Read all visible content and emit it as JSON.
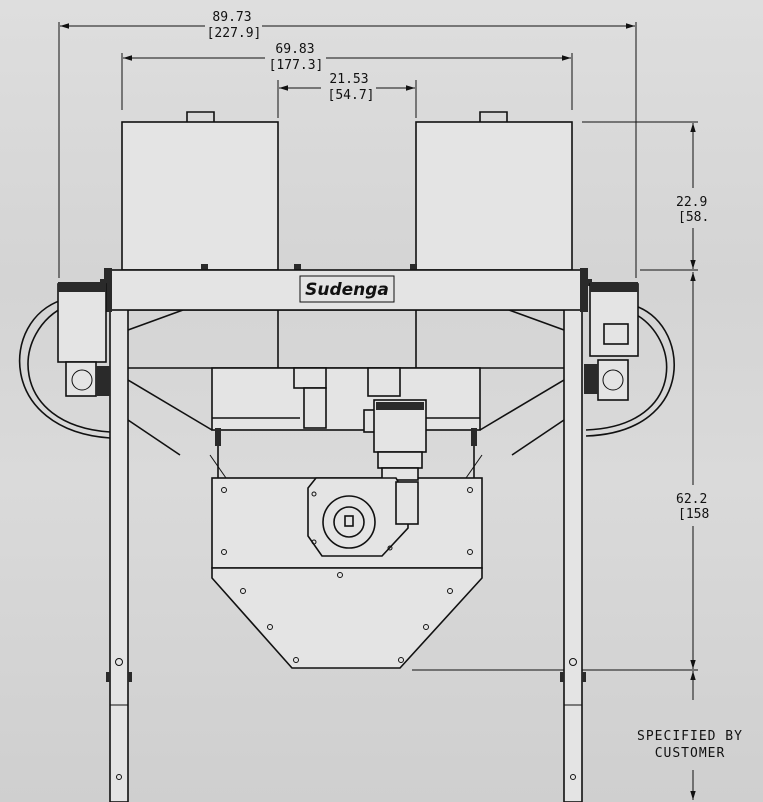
{
  "dimensions": {
    "overall_width": {
      "inch": "89.73",
      "mm": "[227.9]"
    },
    "inner_width": {
      "inch": "69.83",
      "mm": "[177.3]"
    },
    "center_gap": {
      "inch": "21.53",
      "mm": "[54.7]"
    },
    "hopper_height": {
      "inch": "22.9",
      "mm": "[58."
    },
    "frame_height": {
      "inch": "62.2",
      "mm": "[158"
    }
  },
  "brand": "Sudenga",
  "note": {
    "line1": "SPECIFIED BY",
    "line2": "CUSTOMER"
  }
}
